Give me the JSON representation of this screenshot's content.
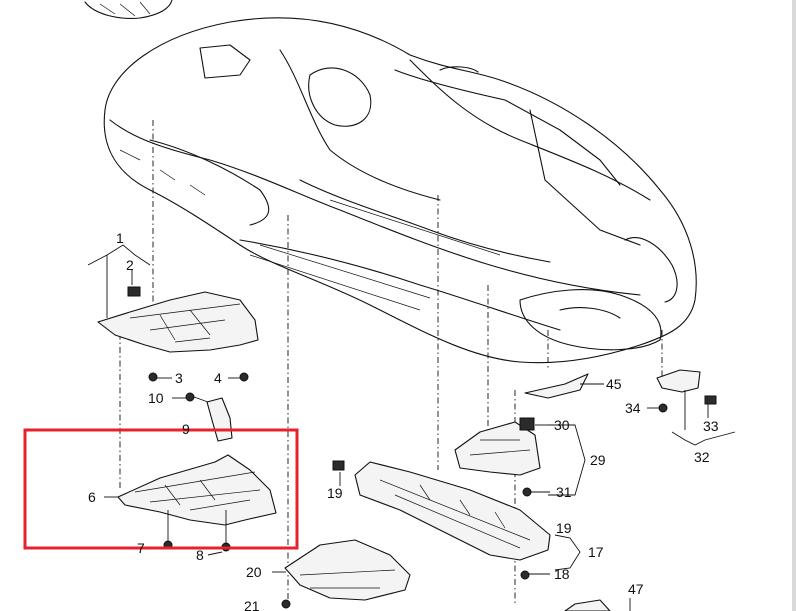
{
  "callouts": [
    {
      "id": "c1",
      "label": "1"
    },
    {
      "id": "c2",
      "label": "2"
    },
    {
      "id": "c3",
      "label": "3"
    },
    {
      "id": "c4",
      "label": "4"
    },
    {
      "id": "c6",
      "label": "6"
    },
    {
      "id": "c7",
      "label": "7"
    },
    {
      "id": "c8",
      "label": "8"
    },
    {
      "id": "c9",
      "label": "9"
    },
    {
      "id": "c10",
      "label": "10"
    },
    {
      "id": "c17",
      "label": "17"
    },
    {
      "id": "c18",
      "label": "18"
    },
    {
      "id": "c19a",
      "label": "19"
    },
    {
      "id": "c19b",
      "label": "19"
    },
    {
      "id": "c20",
      "label": "20"
    },
    {
      "id": "c21",
      "label": "21"
    },
    {
      "id": "c29",
      "label": "29"
    },
    {
      "id": "c30",
      "label": "30"
    },
    {
      "id": "c31",
      "label": "31"
    },
    {
      "id": "c32",
      "label": "32"
    },
    {
      "id": "c33",
      "label": "33"
    },
    {
      "id": "c34",
      "label": "34"
    },
    {
      "id": "c45",
      "label": "45"
    },
    {
      "id": "c47",
      "label": "47"
    }
  ],
  "highlight": {
    "color": "#e8222b"
  }
}
